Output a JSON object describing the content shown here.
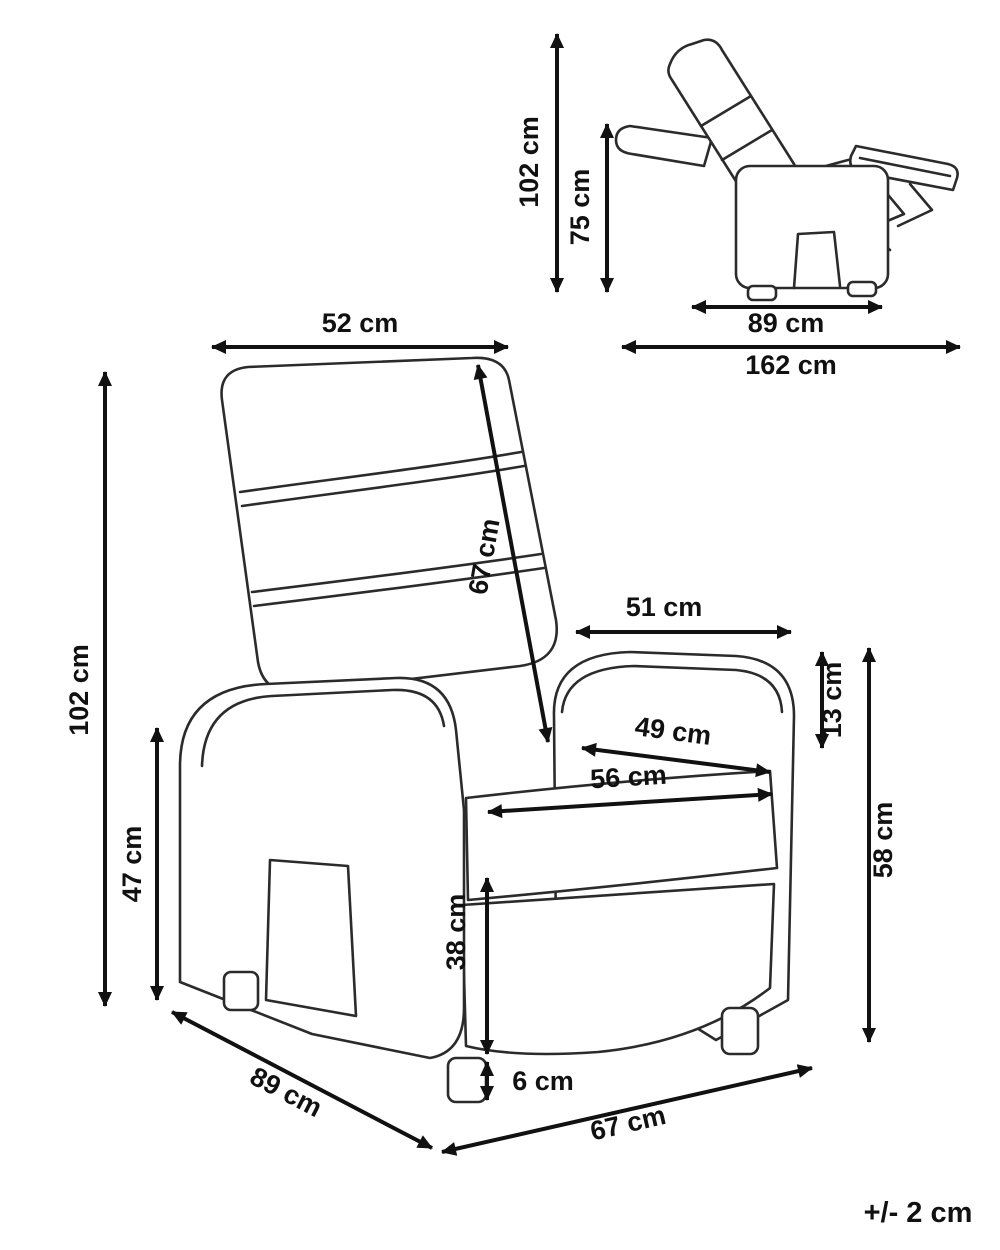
{
  "colors": {
    "ink": "#111111",
    "line": "#2b2b2b",
    "background": "#ffffff"
  },
  "diagram": {
    "tolerance": "+/- 2 cm",
    "main": {
      "top_width": "52 cm",
      "total_height": "102 cm",
      "arm_height": "47 cm",
      "back_diagonal": "67 cm",
      "back_width": "51 cm",
      "arm_above_seat": "13 cm",
      "seat_diagonal": "49 cm",
      "seat_width": "56 cm",
      "seat_height": "38 cm",
      "leg_height": "6 cm",
      "depth": "89 cm",
      "front_width": "67 cm",
      "side_height": "58 cm"
    },
    "reclined": {
      "total_height": "102 cm",
      "back_height": "75 cm",
      "base_depth": "89 cm",
      "total_length": "162 cm"
    }
  }
}
